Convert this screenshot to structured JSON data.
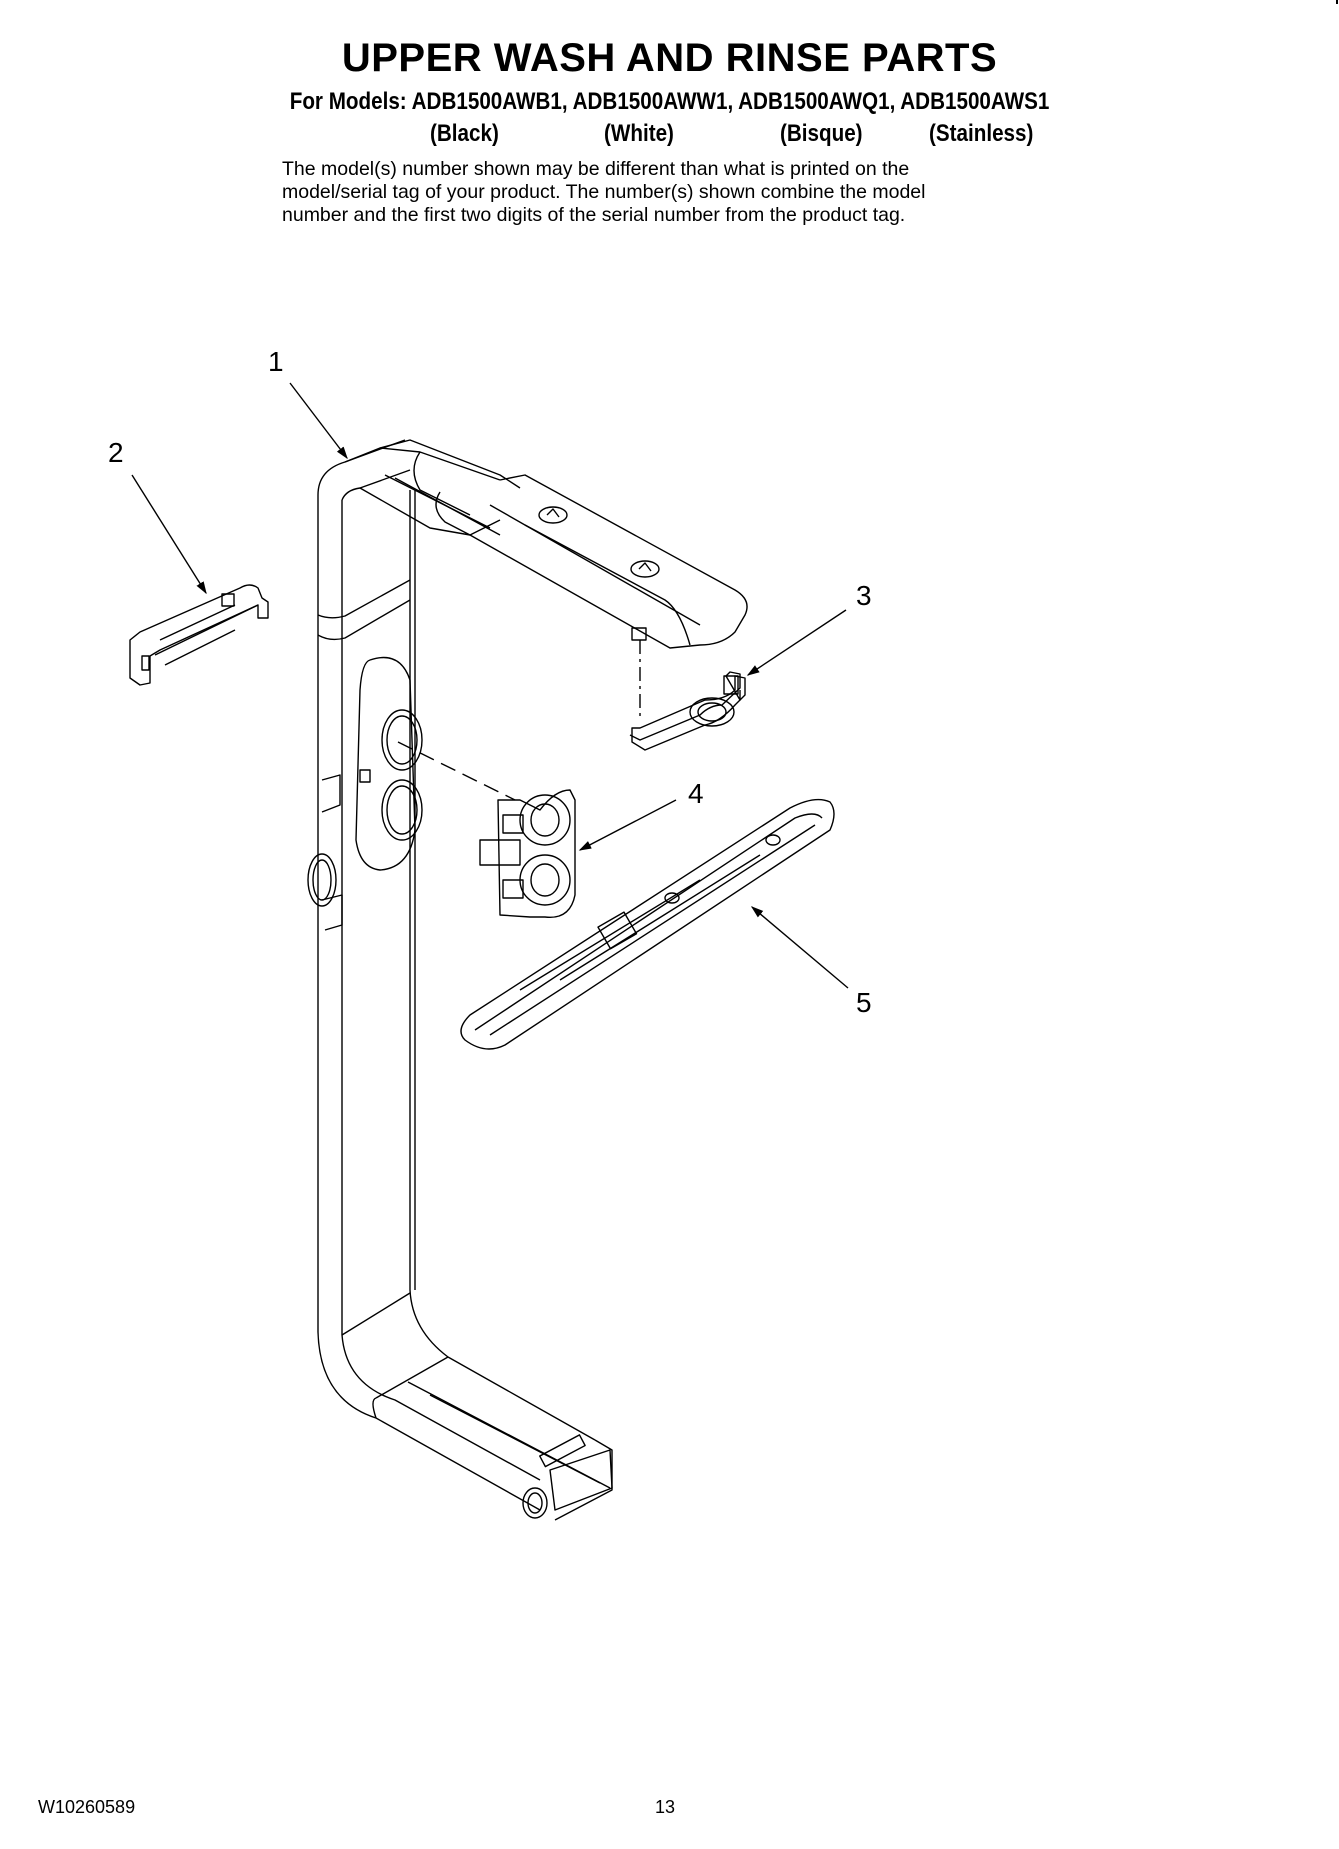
{
  "header": {
    "title": "UPPER WASH AND RINSE PARTS",
    "models_line": "For Models: ADB1500AWB1, ADB1500AWW1, ADB1500AWQ1, ADB1500AWS1",
    "colors": [
      "(Black)",
      "(White)",
      "(Bisque)",
      "(Stainless)"
    ]
  },
  "note": {
    "lines": [
      "The model(s) number shown may be different than what is printed on the",
      "model/serial tag of your product. The number(s) shown combine the model",
      "number and the first two digits of the serial number from the product tag."
    ]
  },
  "diagram": {
    "callouts": [
      "1",
      "2",
      "3",
      "4",
      "5"
    ]
  },
  "footer": {
    "doc_number": "W10260589",
    "page_number": "13"
  }
}
